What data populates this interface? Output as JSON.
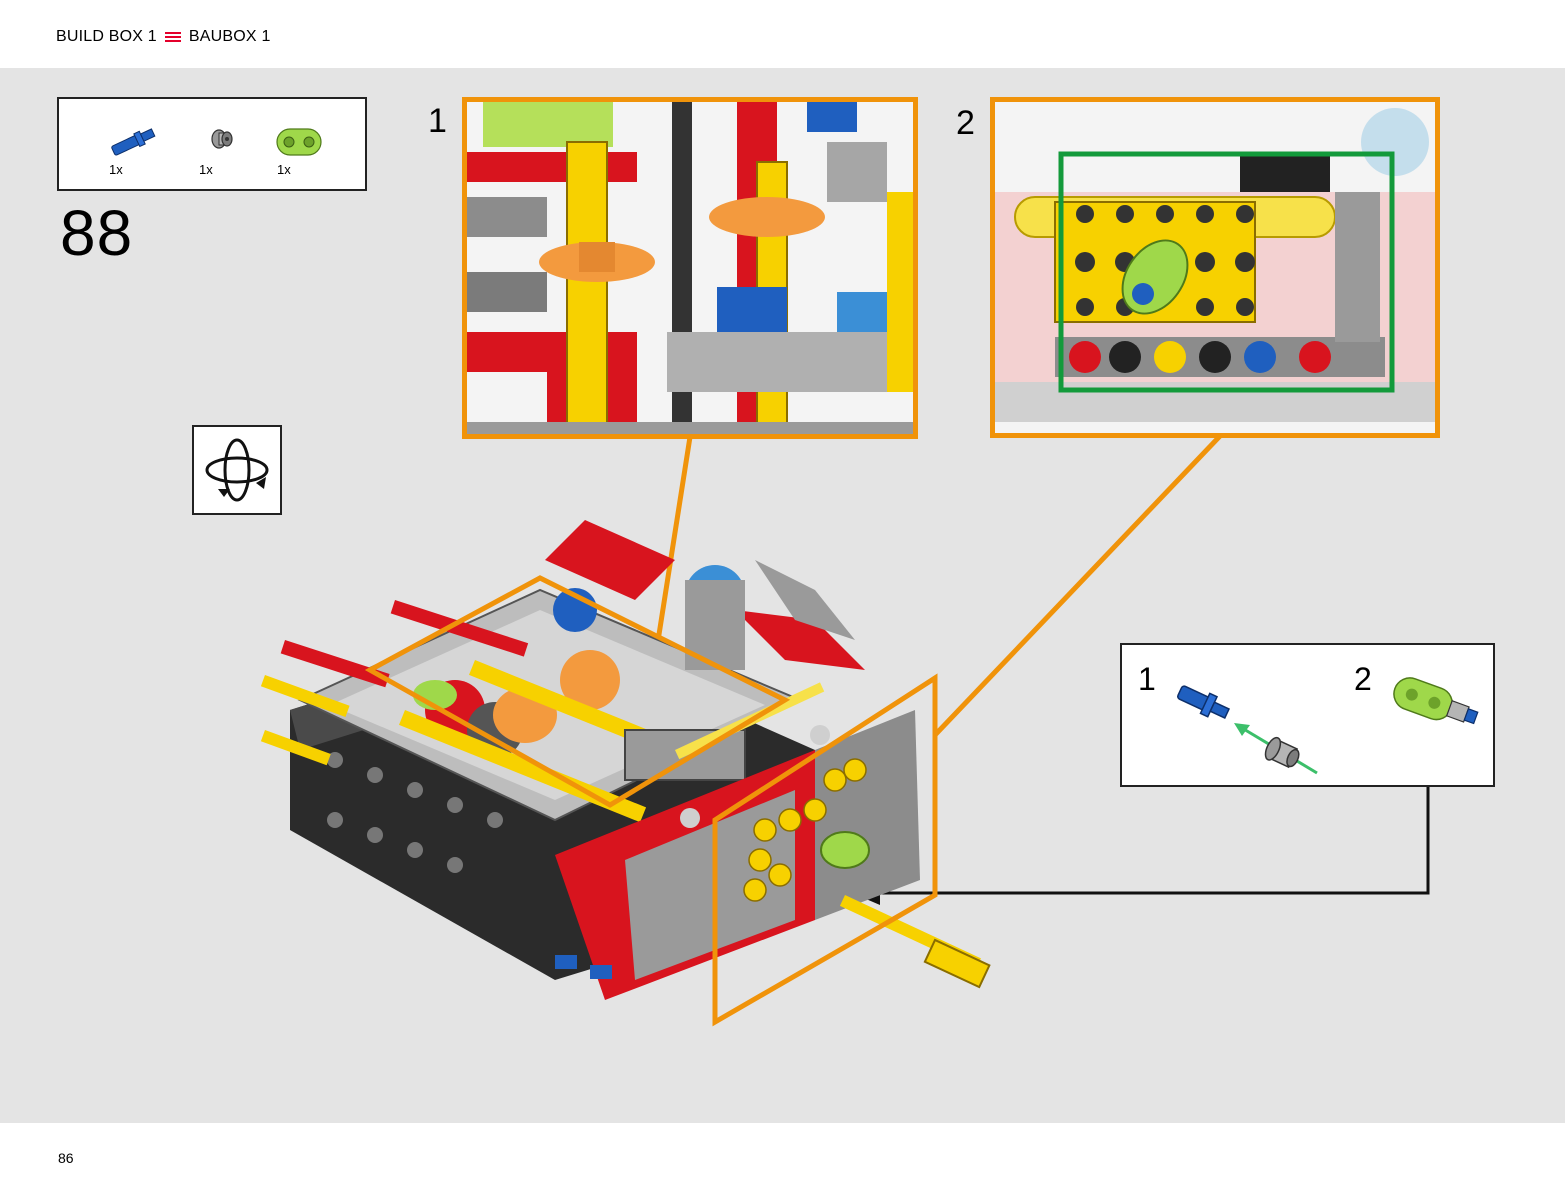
{
  "header": {
    "left_label": "BUILD BOX 1",
    "right_label": "BAUBOX 1",
    "separator_color": "#e4002b"
  },
  "parts_list": [
    {
      "name": "blue-axle-pin",
      "qty": "1x",
      "color": "#1f5fbf"
    },
    {
      "name": "gray-bush",
      "qty": "1x",
      "color": "#8a8a8a"
    },
    {
      "name": "lime-connector",
      "qty": "1x",
      "color": "#9fd84a"
    }
  ],
  "step": {
    "number": "88"
  },
  "rotate_icon": "rotate-model-icon",
  "callouts": [
    {
      "number": "1",
      "frame_color": "#f0930a"
    },
    {
      "number": "2",
      "frame_color": "#f0930a",
      "highlight_color": "#139a3b"
    }
  ],
  "substeps": [
    {
      "number": "1"
    },
    {
      "number": "2"
    }
  ],
  "page": {
    "number": "86"
  }
}
